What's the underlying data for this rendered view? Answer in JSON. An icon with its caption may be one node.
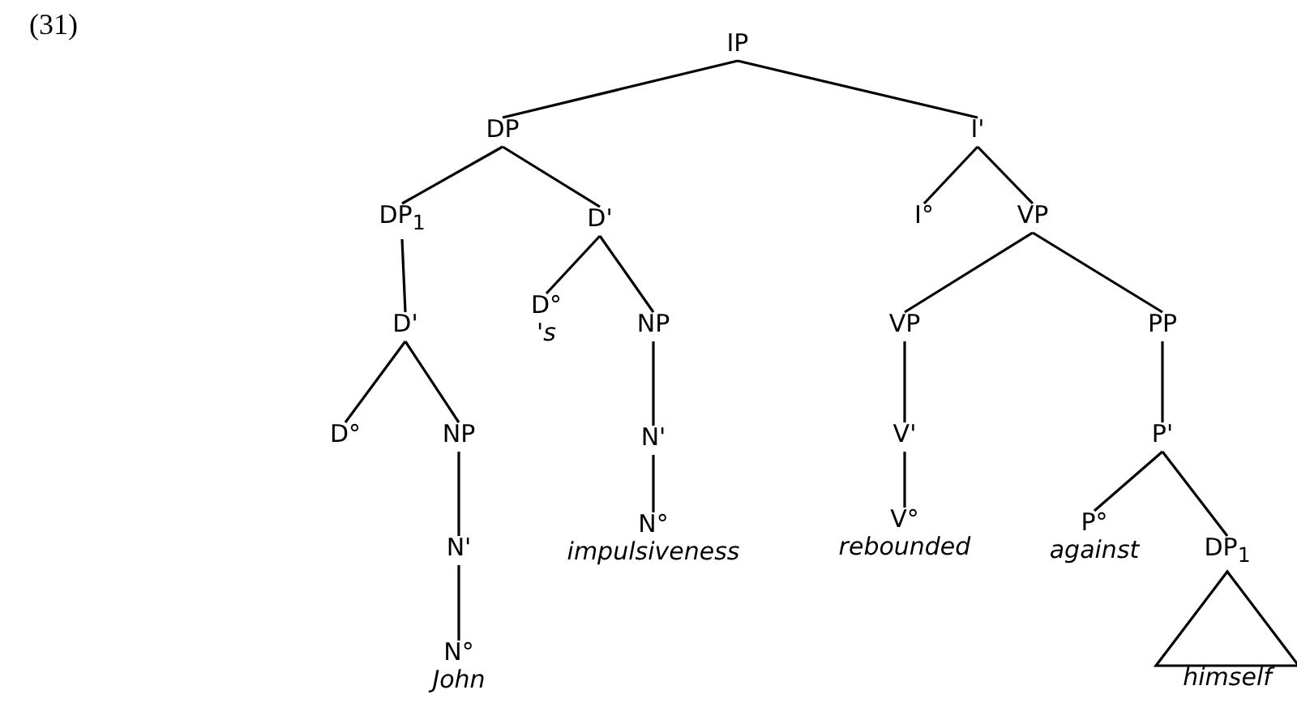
{
  "diagram": {
    "nodes": [
      {
        "text": [
          "IP"
        ]
      },
      {
        "text": [
          "DP"
        ]
      },
      {
        "text": [
          "I'"
        ]
      },
      {
        "text": [
          "DP$_{1}$"
        ]
      },
      {
        "text": [
          "D'"
        ]
      },
      {
        "text": [
          "I°"
        ]
      },
      {
        "text": [
          "VP"
        ]
      },
      {
        "text": [
          "D'"
        ]
      },
      {
        "text": [
          "D°"
        ],
        "beside": [
          "'s"
        ]
      },
      {
        "text": [
          "NP"
        ]
      },
      {
        "text": [
          "VP"
        ]
      },
      {
        "text": [
          "PP"
        ]
      },
      {
        "text": [
          "D°"
        ]
      },
      {
        "text": [
          "NP"
        ]
      },
      {
        "text": [
          "N'"
        ]
      },
      {
        "text": [
          "V'"
        ]
      },
      {
        "text": [
          "P'"
        ]
      },
      {
        "text": [
          "N°"
        ],
        "beside": [
          "impulsiveness"
        ]
      },
      {
        "text": [
          "V°"
        ],
        "beside": [
          "rebounded"
        ]
      },
      {
        "text": [
          "P°"
        ],
        "beside": [
          "against"
        ]
      },
      {
        "text": [
          "DP$_{1}$"
        ]
      },
      {
        "text": [
          "N'"
        ]
      },
      {
        "text": [
          "N°"
        ],
        "beside": [
          "John"
        ]
      },
      {
        "text": [
          "himself"
        ]
      }
    ],
    "edges": [
      {
        "from": 0,
        "to": 1,
        "arrow": "none"
      },
      {
        "from": 0,
        "to": 2,
        "arrow": "none"
      },
      {
        "from": 1,
        "to": 3,
        "arrow": "none"
      },
      {
        "from": 1,
        "to": 4,
        "arrow": "none"
      },
      {
        "from": 2,
        "to": 5,
        "arrow": "none"
      },
      {
        "from": 2,
        "to": 6,
        "arrow": "none"
      },
      {
        "from": 3,
        "to": 7,
        "arrow": "none"
      },
      {
        "from": 4,
        "to": 8,
        "arrow": "none"
      },
      {
        "from": 4,
        "to": 9,
        "arrow": "none"
      },
      {
        "from": 6,
        "to": 10,
        "arrow": "none"
      },
      {
        "from": 6,
        "to": 11,
        "arrow": "none"
      },
      {
        "from": 7,
        "to": 12,
        "arrow": "none"
      },
      {
        "from": 7,
        "to": 13,
        "arrow": "none"
      },
      {
        "from": 9,
        "to": 14,
        "arrow": "none"
      },
      {
        "from": 10,
        "to": 15,
        "arrow": "none"
      },
      {
        "from": 11,
        "to": 16,
        "arrow": "none"
      },
      {
        "from": 14,
        "to": 17,
        "arrow": "none"
      },
      {
        "from": 15,
        "to": 18,
        "arrow": "none"
      },
      {
        "from": 16,
        "to": 19,
        "arrow": "none"
      },
      {
        "from": 16,
        "to": 20,
        "arrow": "none"
      },
      {
        "from": 13,
        "to": 21,
        "arrow": "none"
      },
      {
        "from": 21,
        "to": 22,
        "arrow": "none"
      },
      {
        "from": 20,
        "to": 23,
        "arrow": "none"
      }
    ],
    "labels": [
      "(31)"
    ]
  }
}
